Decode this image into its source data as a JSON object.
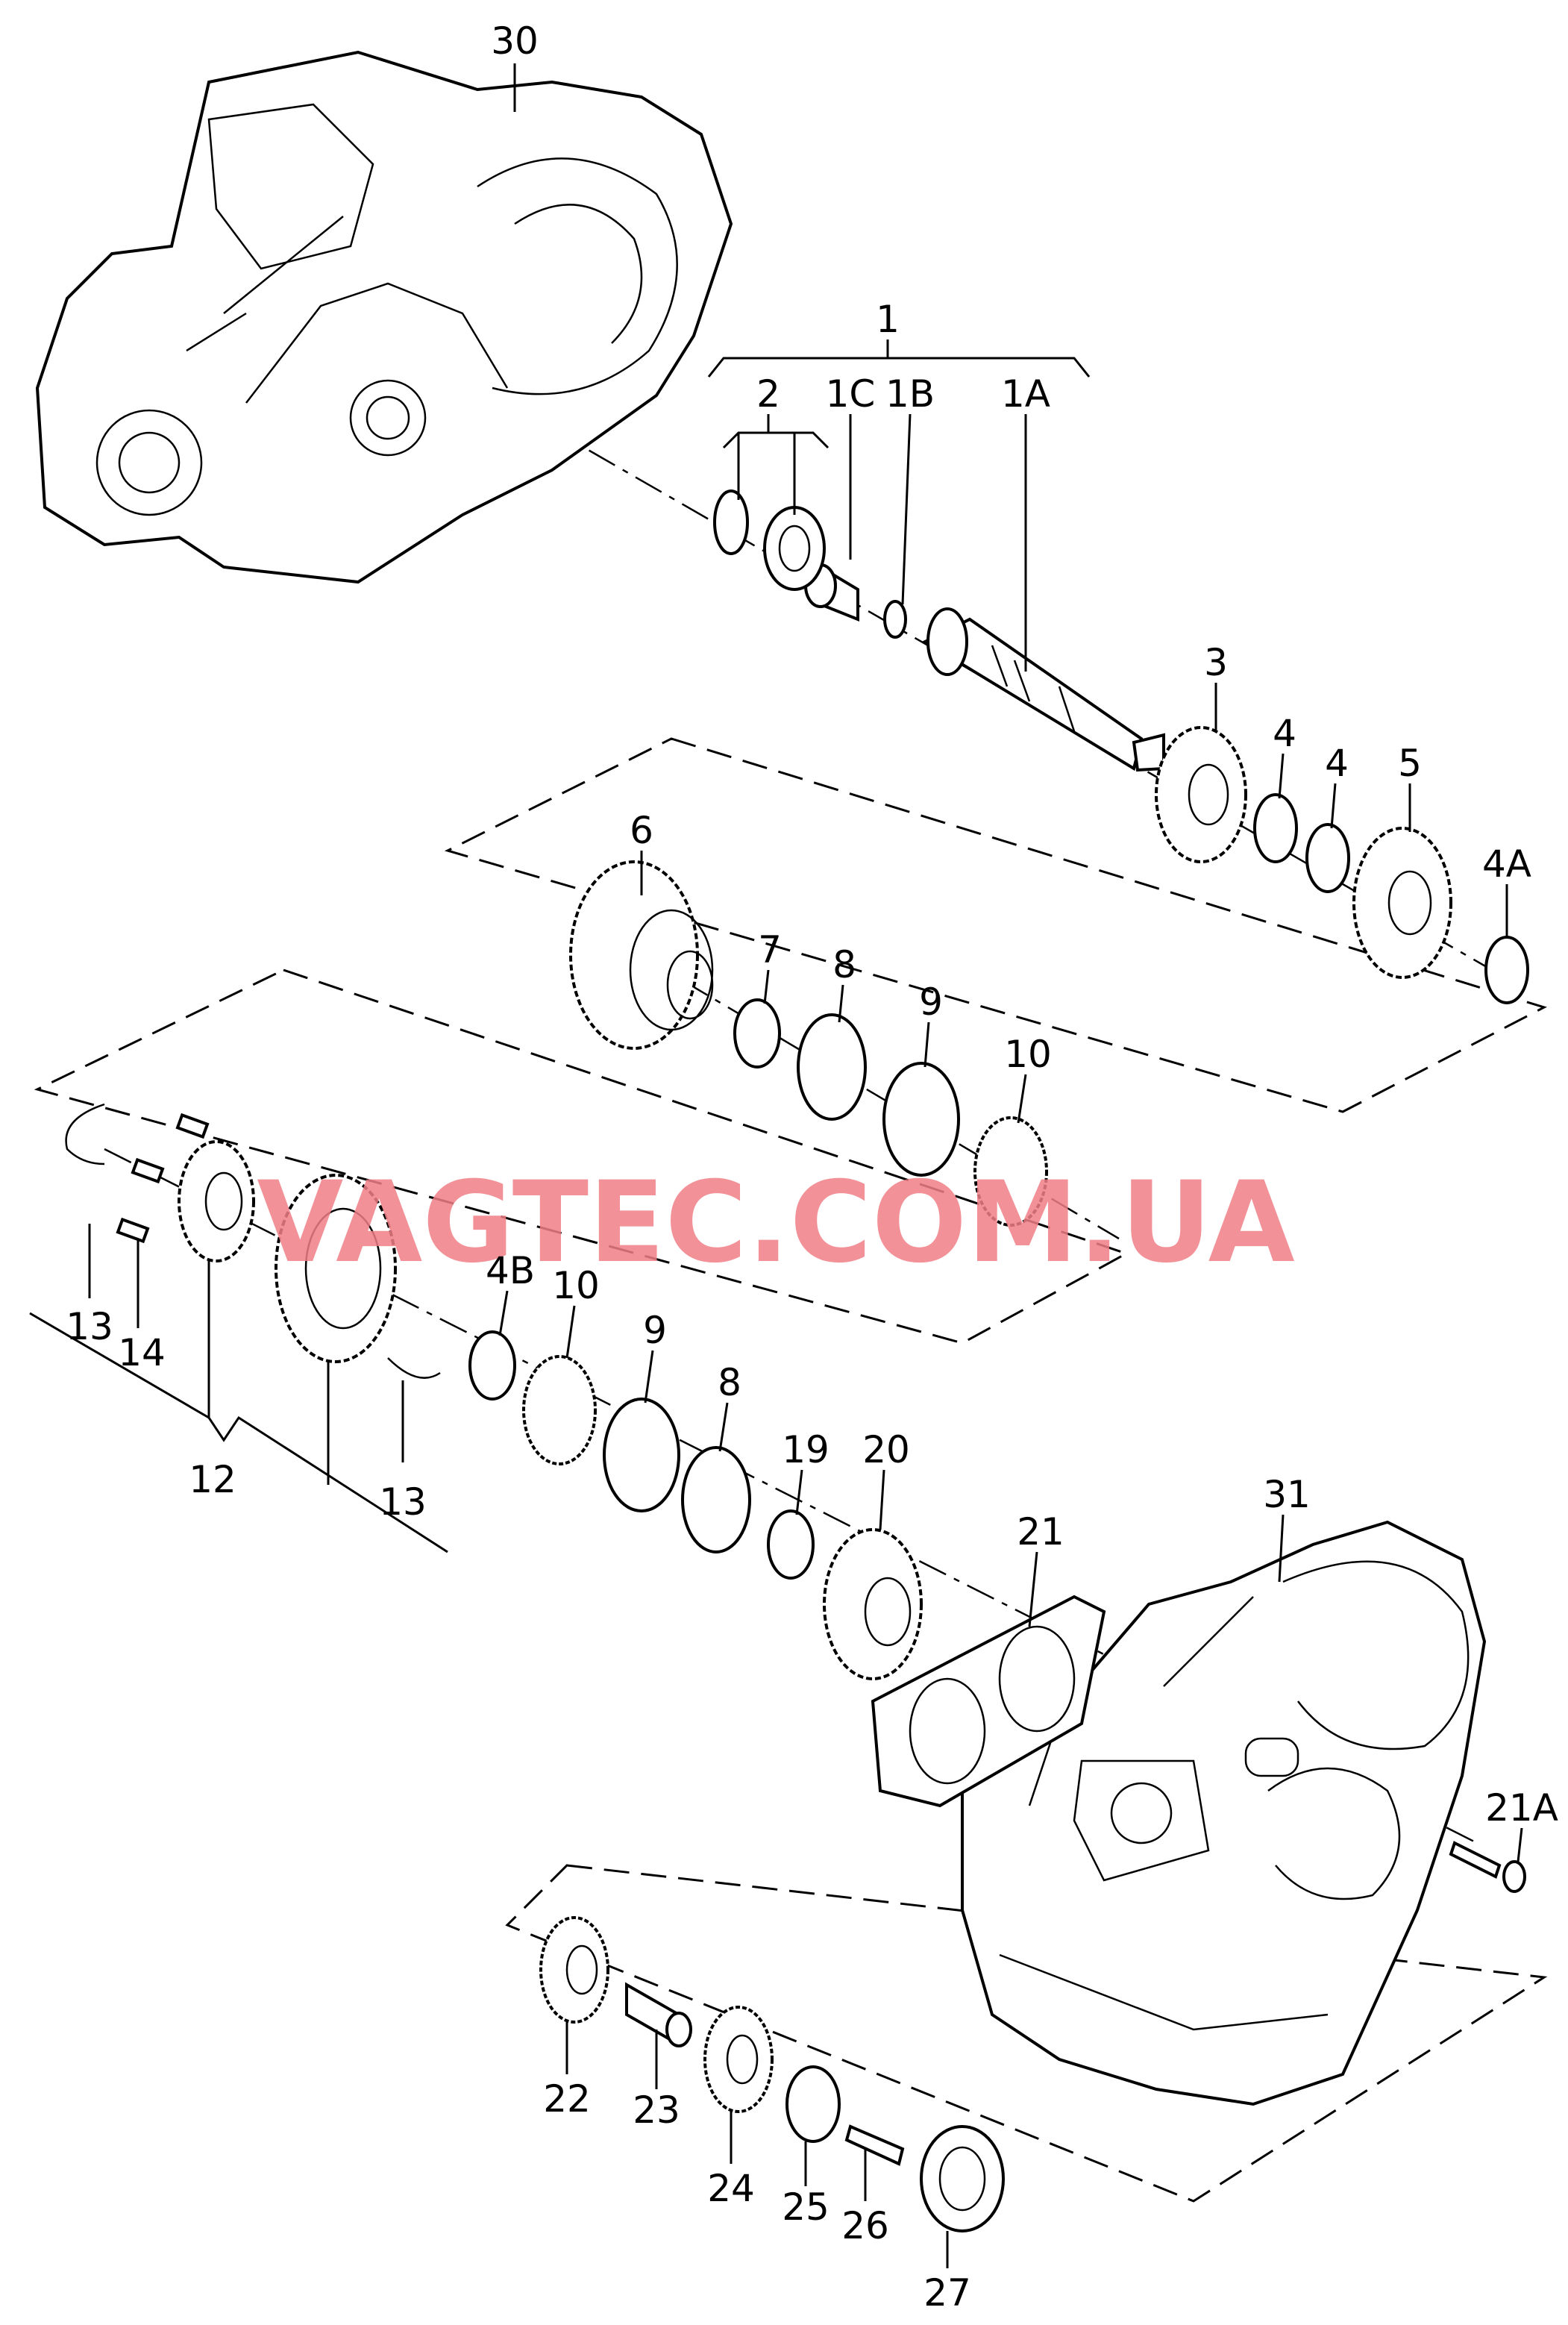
{
  "watermark": "VAGTEC.COM.UA",
  "callouts": {
    "c1": "1",
    "c2": "2",
    "c1c": "1C",
    "c1b": "1B",
    "c1a": "1A",
    "c3": "3",
    "c4a": "4",
    "c4b": "4",
    "c5": "5",
    "c4A": "4A",
    "c6": "6",
    "c7": "7",
    "c8a": "8",
    "c9a": "9",
    "c10a": "10",
    "c13a": "13",
    "c14": "14",
    "c12": "12",
    "c13b": "13",
    "c4B": "4B",
    "c10b": "10",
    "c9b": "9",
    "c8b": "8",
    "c19": "19",
    "c20": "20",
    "c21": "21",
    "c31": "31",
    "c21A": "21A",
    "c22": "22",
    "c23": "23",
    "c24": "24",
    "c25": "25",
    "c26": "26",
    "c27": "27",
    "c30": "30"
  }
}
